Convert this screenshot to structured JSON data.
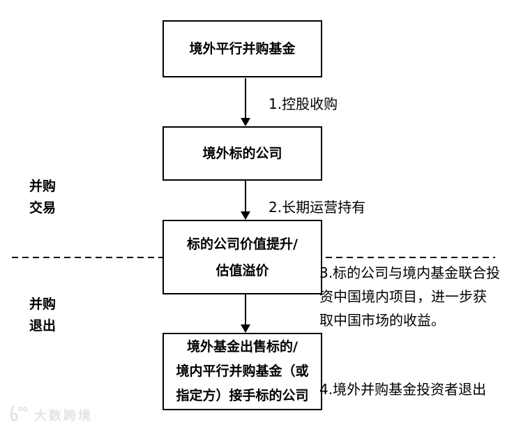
{
  "colors": {
    "background": "#ffffff",
    "line": "#000000",
    "box_border": "#000000",
    "text": "#000000",
    "watermark": "#e4e4e4"
  },
  "flow": {
    "box1": "境外平行并购基金",
    "box2": "境外标的公司",
    "box3": "标的公司价值提升/\n估值溢价",
    "box4": "境外基金出售标的/\n境内平行并购基金（或\n指定方）接手标的公司",
    "step1_label": "1.控股收购",
    "step2_label": "2.长期运营持有",
    "note3": "3.标的公司与境内基金联合投\n资中国境内项目，进一步获\n取中国市场的收益。",
    "note4": "4.境外并购基金投资者退出"
  },
  "stages": {
    "stage1": "并购\n交易",
    "stage2": "并购\n退出"
  },
  "watermark": {
    "text": "大数跨境",
    "logo_icon": "kuajing-logo-icon"
  }
}
